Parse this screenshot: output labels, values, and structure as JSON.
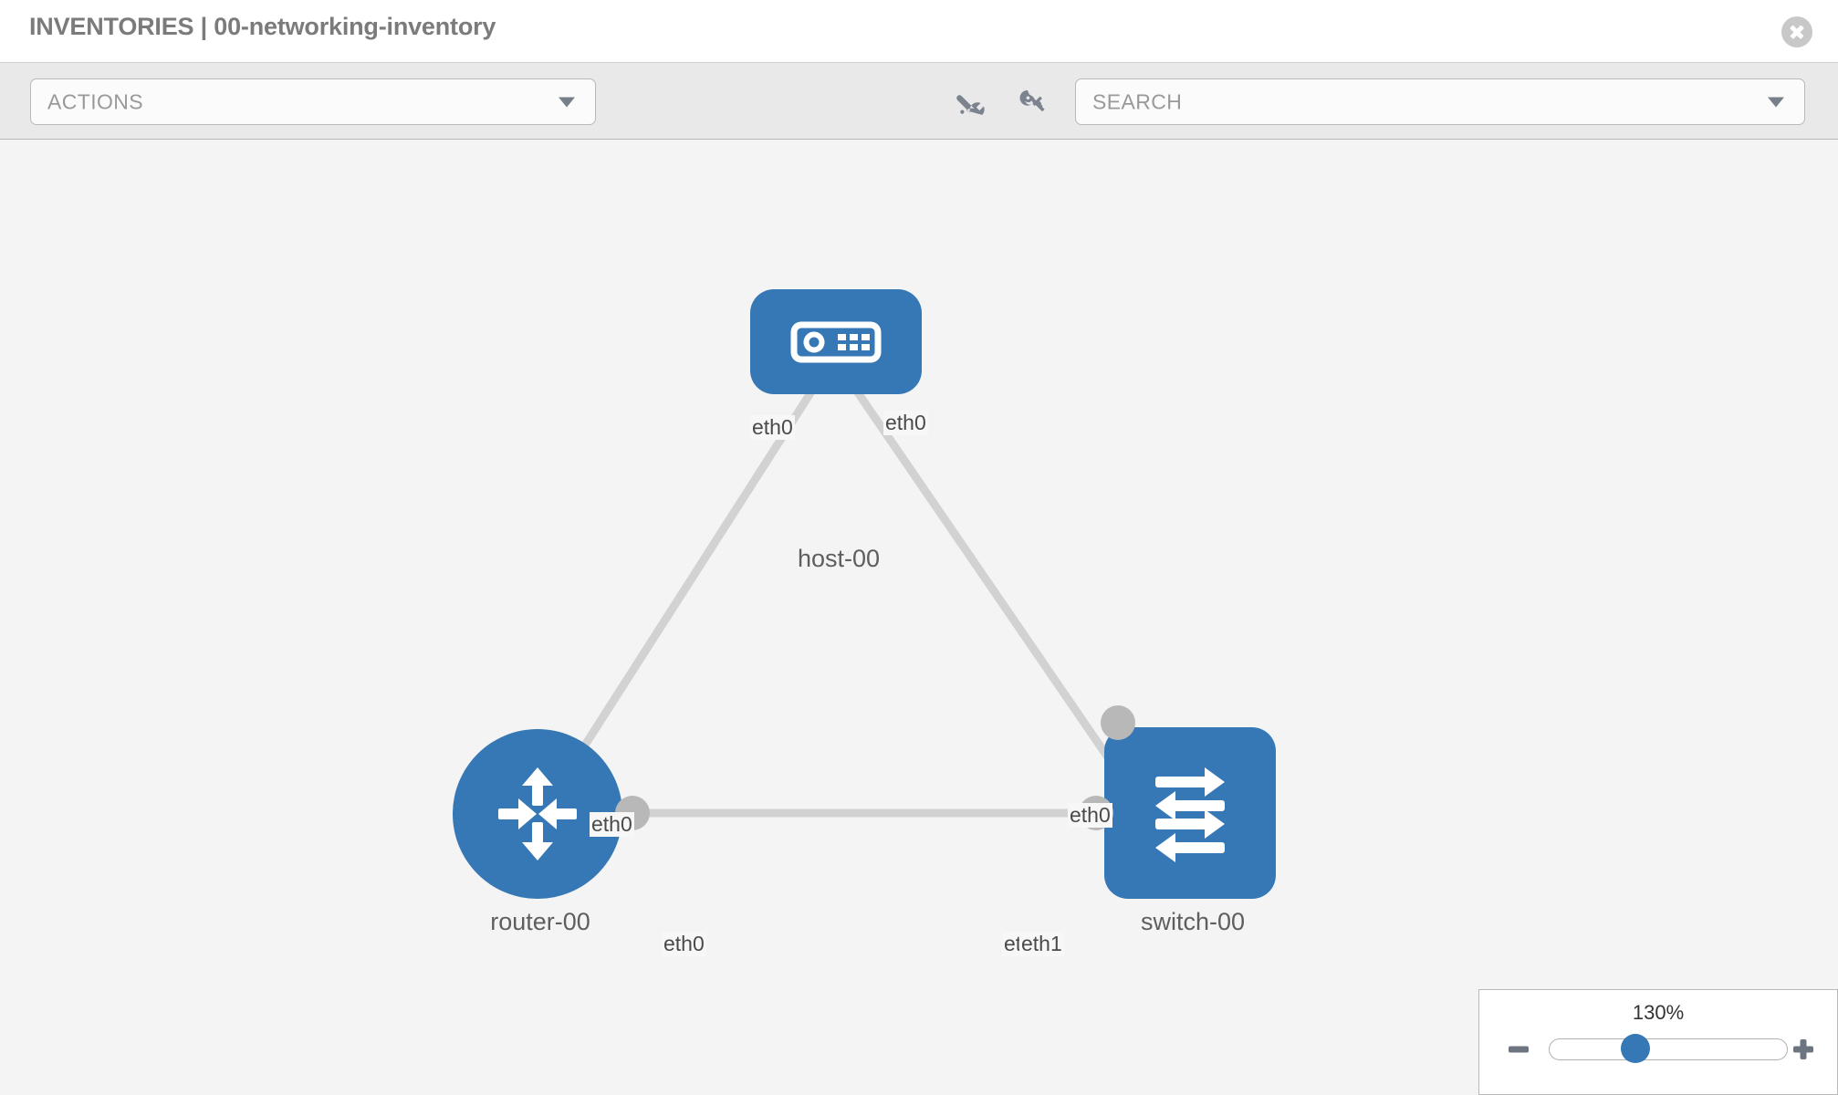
{
  "header": {
    "title": "INVENTORIES | 00-networking-inventory",
    "close_icon": "close-icon"
  },
  "toolbar": {
    "actions_label": "ACTIONS",
    "search_placeholder": "SEARCH",
    "wrench_icon": "wrench-icon",
    "key_icon": "key-icon"
  },
  "topology": {
    "nodes": [
      {
        "id": "host-00",
        "label": "host-00",
        "type": "host",
        "shape": "rounded-square",
        "color": "#3578b5"
      },
      {
        "id": "router-00",
        "label": "router-00",
        "type": "router",
        "shape": "circle",
        "color": "#3578b5"
      },
      {
        "id": "switch-00",
        "label": "switch-00",
        "type": "switch",
        "shape": "rounded-square",
        "color": "#3578b5"
      }
    ],
    "interfaces": {
      "host_left": "eth0",
      "host_right": "eth0",
      "router_up": "eth0",
      "router_right": "eth0",
      "switch_up": "eth0",
      "switch_left_back": "eth1",
      "switch_left_front": "eth1"
    },
    "links": [
      {
        "from": "host-00",
        "to": "router-00",
        "from_iface": "eth0",
        "to_iface": "eth0"
      },
      {
        "from": "host-00",
        "to": "switch-00",
        "from_iface": "eth0",
        "to_iface": "eth0"
      },
      {
        "from": "router-00",
        "to": "switch-00",
        "from_iface": "eth0",
        "to_iface": "eth1"
      }
    ]
  },
  "zoom_control": {
    "value": "130%",
    "minus_label": "minus-icon",
    "plus_label": "plus-icon"
  }
}
